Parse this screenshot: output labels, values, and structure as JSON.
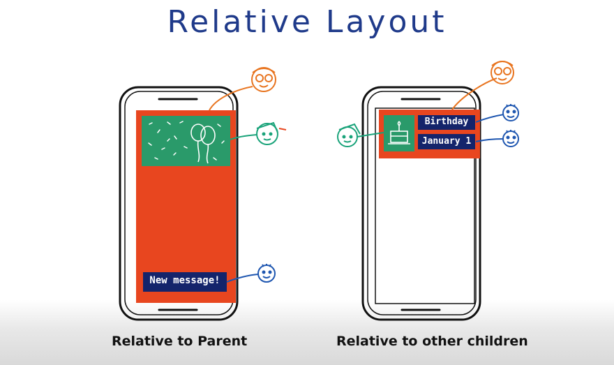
{
  "title": "Relative Layout",
  "left_phone": {
    "message_label": "New message!",
    "caption": "Relative to Parent"
  },
  "right_phone": {
    "birthday_label": "Birthday",
    "date_label": "January 1",
    "caption": "Relative to other children"
  },
  "colors": {
    "title": "#1f3a8a",
    "orange_background": "#e8461f",
    "green_card": "#2a9a6a",
    "navy_label": "#14246b",
    "highlight": "#e6ea3a",
    "face_orange": "#e8741f",
    "face_teal": "#1aa37a",
    "face_blue": "#1e56b0"
  },
  "icons": [
    "balloons-icon",
    "birthday-cake-icon",
    "face-with-glasses-icon",
    "face-with-hat-icon",
    "smiling-face-icon"
  ]
}
